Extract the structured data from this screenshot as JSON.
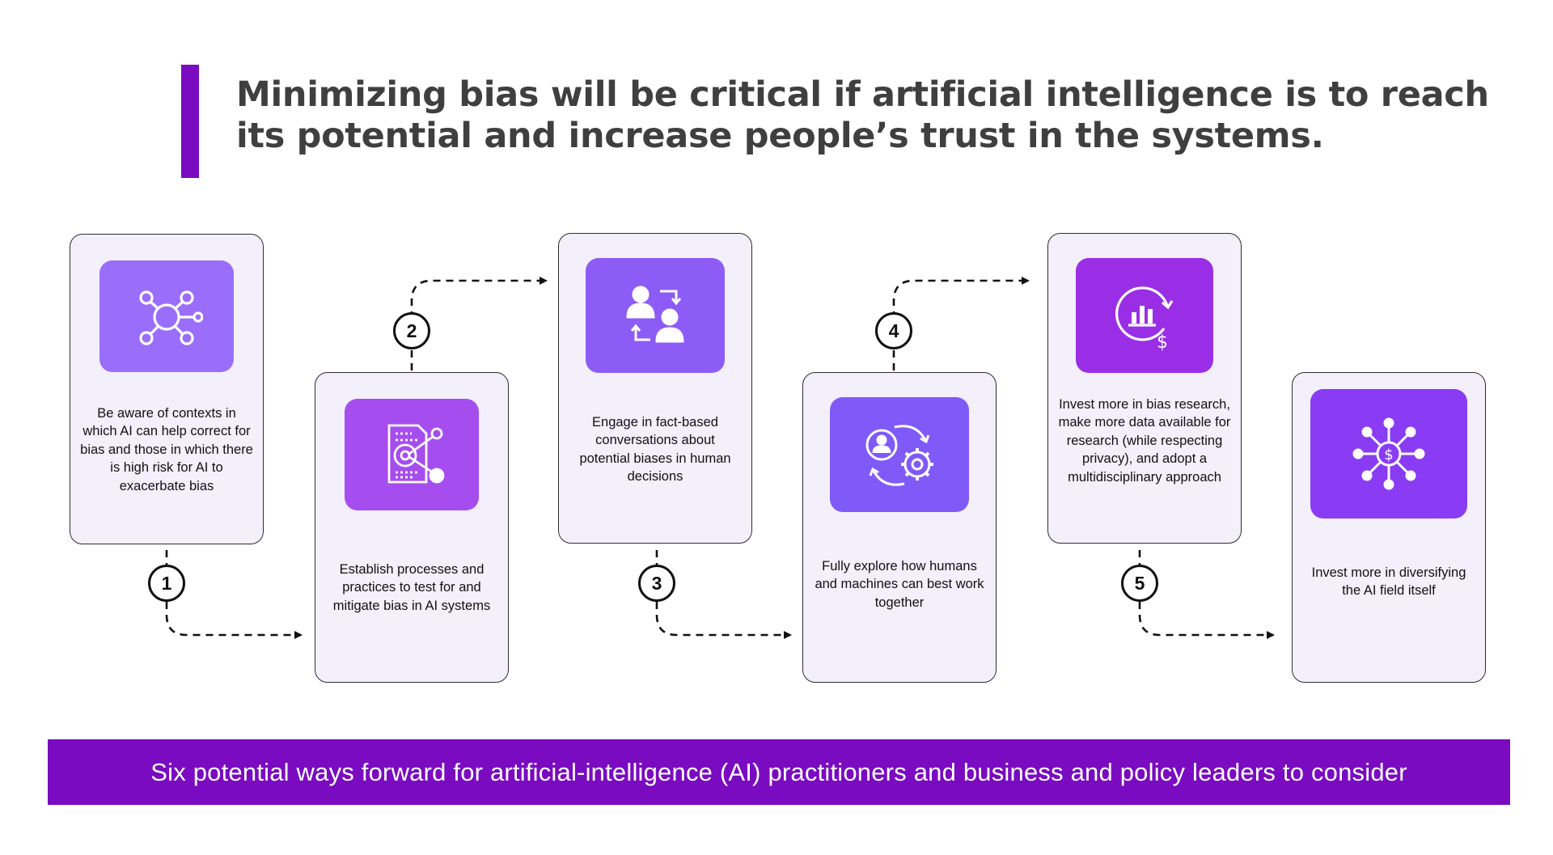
{
  "headline": "Minimizing bias will be critical if artificial intelligence is to reach its potential and increase people’s trust in the systems.",
  "footer": "Six potential ways forward for artificial-intelligence (AI) practitioners and business and policy leaders to consider",
  "colors": {
    "accent": "#7a0bc0",
    "card_bg": "#f3effb",
    "tile_1": "#9b6dfb",
    "tile_2": "#a64df0",
    "tile_3": "#8d5cf6",
    "tile_4": "#7f5af8",
    "tile_5": "#9a2ee6",
    "tile_6": "#8a3cf4"
  },
  "steps": [
    {
      "number": "1",
      "icon": "network-nodes-icon",
      "text": "Be aware of contexts in which AI can help correct for bias and those in which there is high risk for AI to exacerbate bias"
    },
    {
      "number": "2",
      "icon": "document-analysis-icon",
      "text": "Establish processes and practices to test for and mitigate bias in AI systems"
    },
    {
      "number": "3",
      "icon": "people-exchange-icon",
      "text": "Engage in fact-based conversations about potential biases in human decisions"
    },
    {
      "number": "4",
      "icon": "human-machine-cycle-icon",
      "text": "Fully explore how humans and machines can best work together"
    },
    {
      "number": "5",
      "icon": "research-investment-icon",
      "text": "Invest more in bias research, make more data available for research (while respecting privacy), and adopt a multidisciplinary approach"
    },
    {
      "number": "",
      "icon": "diversity-investment-icon",
      "text": "Invest more in diversifying the AI field itself"
    }
  ]
}
